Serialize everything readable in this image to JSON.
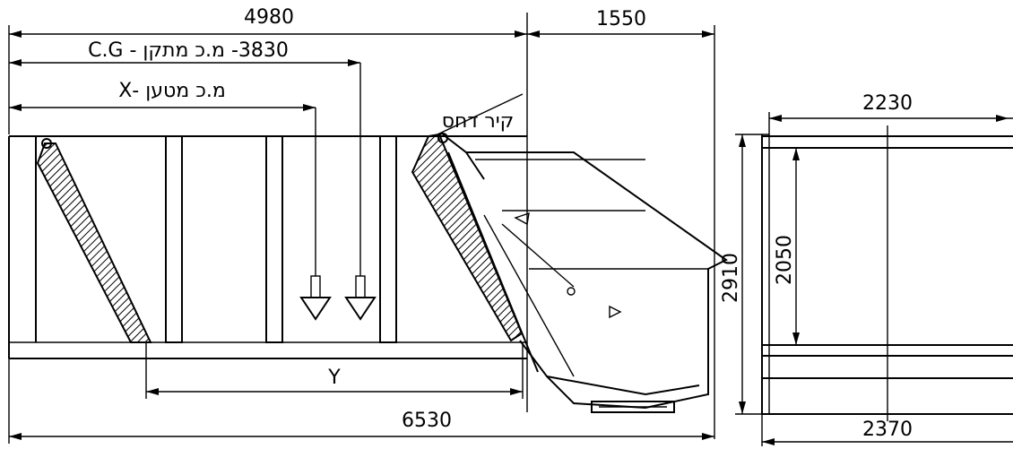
{
  "dimensions": {
    "overall_top": "4980",
    "tailgate_top": "1550",
    "cg_label": "3830- מ.כ מתקן - C.G",
    "load_cg_label": "מ.כ מטען -X",
    "packer_wall": "קיר דחס",
    "y_label": "Y",
    "overall_length": "6530",
    "height": "2910",
    "inner_height": "2050",
    "width_top": "2230",
    "width_bottom": "2370"
  }
}
